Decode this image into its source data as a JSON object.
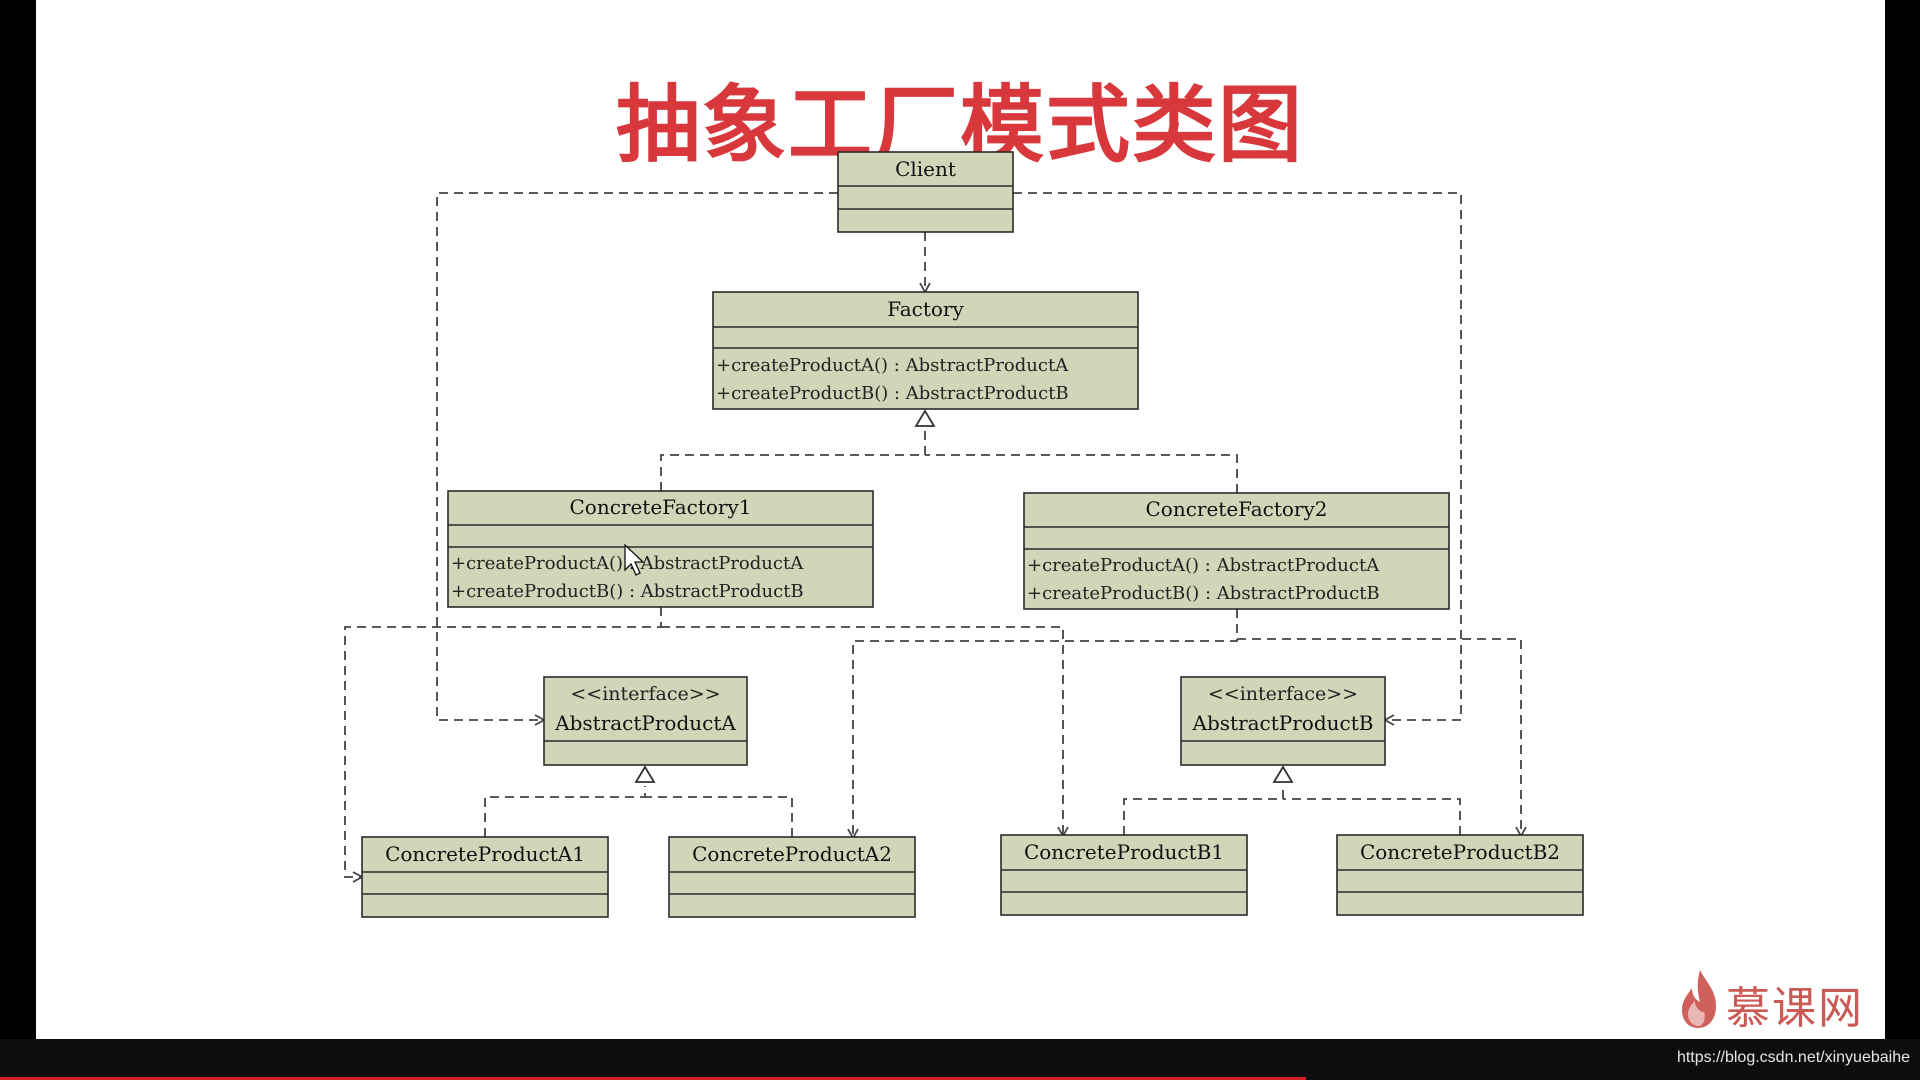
{
  "title": "抽象工厂模式类图",
  "classes": {
    "client": {
      "name": "Client"
    },
    "factory": {
      "name": "Factory",
      "ops": [
        "+createProductA() : AbstractProductA",
        "+createProductB() : AbstractProductB"
      ]
    },
    "cf1": {
      "name": "ConcreteFactory1",
      "ops": [
        "+createProductA() : AbstractProductA",
        "+createProductB() : AbstractProductB"
      ]
    },
    "cf2": {
      "name": "ConcreteFactory2",
      "ops": [
        "+createProductA() : AbstractProductA",
        "+createProductB() : AbstractProductB"
      ]
    },
    "apa": {
      "stereotype": "<<interface>>",
      "name": "AbstractProductA"
    },
    "apb": {
      "stereotype": "<<interface>>",
      "name": "AbstractProductB"
    },
    "cpa1": {
      "name": "ConcreteProductA1"
    },
    "cpa2": {
      "name": "ConcreteProductA2"
    },
    "cpb1": {
      "name": "ConcreteProductB1"
    },
    "cpb2": {
      "name": "ConcreteProductB2"
    }
  },
  "logo": {
    "text": "慕课网",
    "icon": "flame-icon",
    "color": "#c95a56"
  },
  "watermark_url": "https://blog.csdn.net/xinyuebaihe",
  "progress_fraction": 0.68,
  "colors": {
    "title": "#d8383c",
    "box": "#cfd7b8"
  }
}
